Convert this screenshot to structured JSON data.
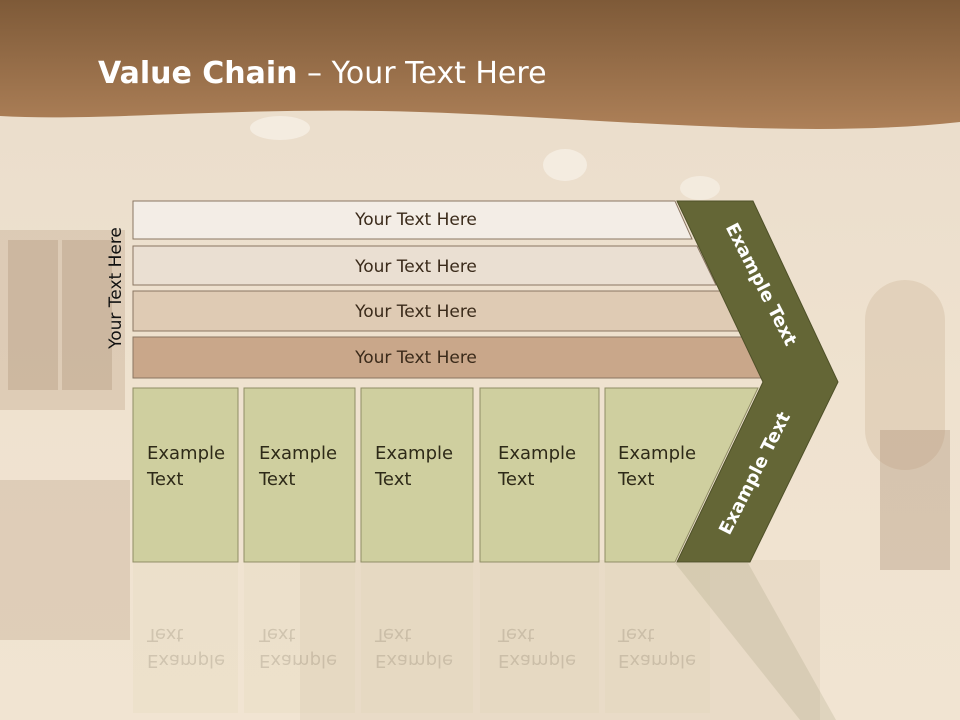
{
  "title": {
    "bold": "Value Chain",
    "rest": " – Your Text Here"
  },
  "side_label": "Your Text Here",
  "rows": [
    {
      "label": "Your Text Here",
      "color": "#f3ede6"
    },
    {
      "label": "Your Text Here",
      "color": "#eadfd2"
    },
    {
      "label": "Your Text Here",
      "color": "#dfcbb4"
    },
    {
      "label": "Your Text Here",
      "color": "#c9a78a"
    }
  ],
  "boxes": [
    {
      "line1": "Example",
      "line2": "Text"
    },
    {
      "line1": "Example",
      "line2": "Text"
    },
    {
      "line1": "Example",
      "line2": "Text"
    },
    {
      "line1": "Example",
      "line2": "Text"
    },
    {
      "line1": "Example",
      "line2": "Text"
    }
  ],
  "chevron_top_label": "Example Text",
  "chevron_bottom_label": "Example Text",
  "colors": {
    "header": "#9c6f45",
    "box_fill": "#cfcf9f",
    "chevron_fill": "#646636"
  }
}
